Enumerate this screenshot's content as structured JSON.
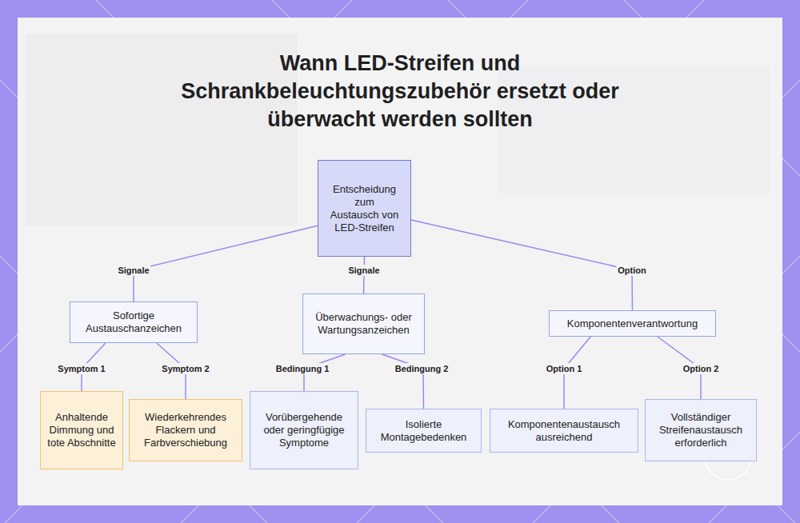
{
  "diagram": {
    "title": "Wann LED-Streifen und Schrankbeleuchtungszubehör ersetzt oder überwacht werden sollten",
    "nodes": [
      {
        "text": [
          "Entscheidung zum Austausch von LED-Streifen"
        ]
      },
      {
        "text": [
          "Sofortige Austauschanzeichen"
        ]
      },
      {
        "text": [
          "Überwachungs- oder Wartungsanzeichen"
        ]
      },
      {
        "text": [
          "Komponentenverantwortung"
        ]
      },
      {
        "text": [
          "Anhaltende Dimmung und tote Abschnitte"
        ]
      },
      {
        "text": [
          "Wiederkehrendes Flackern und Farbverschiebung"
        ]
      },
      {
        "text": [
          "Vorübergehende oder geringfügige Symptome"
        ]
      },
      {
        "text": [
          "Isolierte Montagebedenken"
        ]
      },
      {
        "text": [
          "Komponentenaustausch ausreichend"
        ]
      },
      {
        "text": [
          "Vollständiger Streifenaustausch erforderlich"
        ]
      }
    ],
    "edges": [
      {
        "from": 0,
        "to": 1,
        "label": "Signale",
        "arrow": "none"
      },
      {
        "from": 0,
        "to": 2,
        "label": "Signale",
        "arrow": "none"
      },
      {
        "from": 0,
        "to": 3,
        "label": "Option",
        "arrow": "none"
      },
      {
        "from": 1,
        "to": 4,
        "label": "Symptom 1",
        "arrow": "none"
      },
      {
        "from": 1,
        "to": 5,
        "label": "Symptom 2",
        "arrow": "none"
      },
      {
        "from": 2,
        "to": 6,
        "label": "Bedingung 1",
        "arrow": "none"
      },
      {
        "from": 2,
        "to": 7,
        "label": "Bedingung 2",
        "arrow": "none"
      },
      {
        "from": 3,
        "to": 8,
        "label": "Option 1",
        "arrow": "none"
      },
      {
        "from": 3,
        "to": 9,
        "label": "Option 2",
        "arrow": "none"
      }
    ]
  }
}
